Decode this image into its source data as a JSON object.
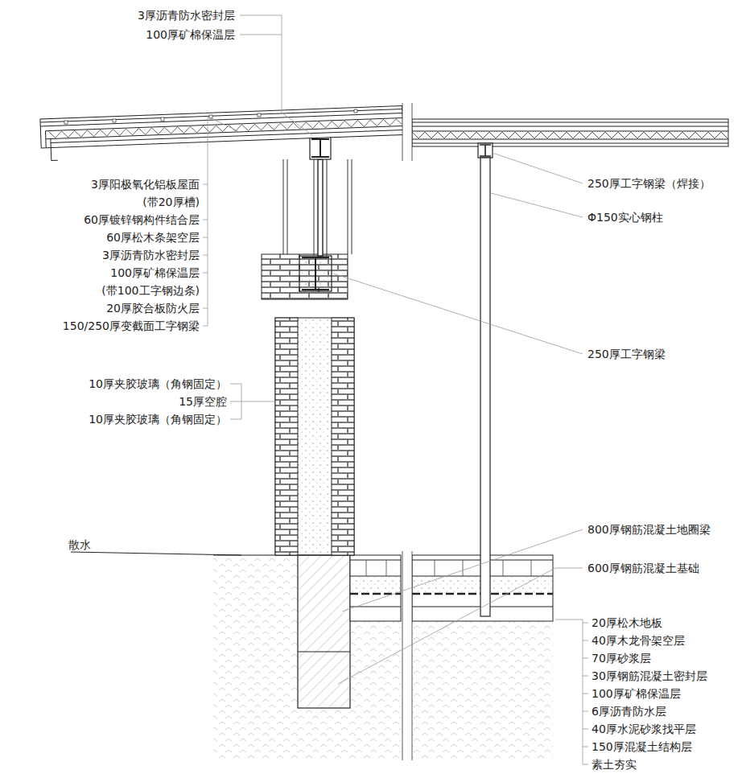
{
  "diagram": {
    "labels": [
      "3厚沥青防水密封层",
      "100厚矿棉保温层",
      "3厚阳极氧化铝板屋面 (带20厚槽)",
      "60厚镀锌钢构件结合层",
      "60厚松木条架空层",
      "3厚沥青防水密封层",
      "100厚矿棉保温层 (带100工字钢边条)",
      "20厚胶合板防火层",
      "150/250厚变截面工字钢梁",
      "10厚夹胶玻璃（角钢固定）",
      "15厚空腔",
      "10厚夹胶玻璃（角钢固定）",
      "散水",
      "250厚工字钢梁（焊接）",
      "Φ150实心钢柱",
      "250厚工字钢梁",
      "800厚钢筋混凝土地圈梁",
      "600厚钢筋混凝土基础",
      "20厚松木地板",
      "40厚木龙骨架空层",
      "70厚砂浆层",
      "30厚钢筋混凝土密封层",
      "100厚矿棉保温层",
      "6厚沥青防水层",
      "40厚水泥砂浆找平层",
      "150厚混凝土结构层",
      "素土夯实"
    ]
  }
}
